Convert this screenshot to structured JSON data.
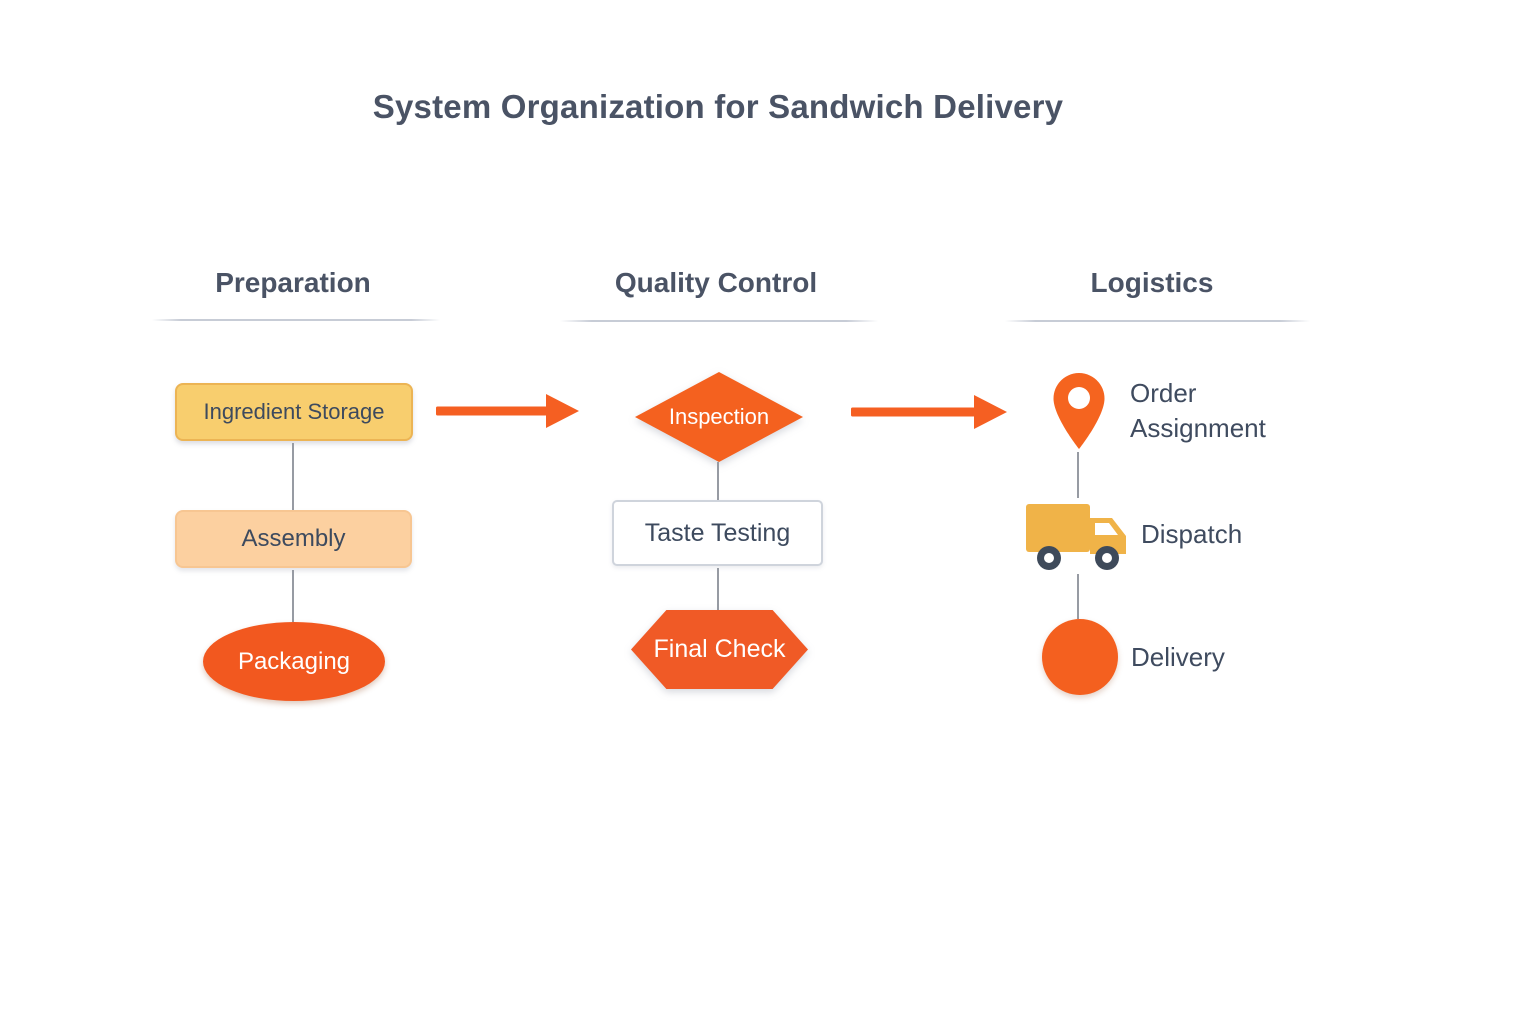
{
  "title": "System Organization for Sandwich Delivery",
  "columns": [
    {
      "header": "Preparation",
      "nodes": [
        {
          "label": "Ingredient Storage",
          "shape": "rounded-rectangle",
          "fill": "#F8CE6E"
        },
        {
          "label": "Assembly",
          "shape": "rounded-rectangle",
          "fill": "#FCD0A0"
        },
        {
          "label": "Packaging",
          "shape": "ellipse",
          "fill": "#F2581F"
        }
      ]
    },
    {
      "header": "Quality Control",
      "nodes": [
        {
          "label": "Inspection",
          "shape": "diamond",
          "fill": "#F4611F"
        },
        {
          "label": "Taste Testing",
          "shape": "rectangle",
          "fill": "#FFFFFF"
        },
        {
          "label": "Final Check",
          "shape": "hexagon",
          "fill": "#F05A26"
        }
      ]
    },
    {
      "header": "Logistics",
      "nodes": [
        {
          "label": "Order Assignment",
          "icon": "map-pin-icon",
          "fill": "#F5641F"
        },
        {
          "label": "Dispatch",
          "icon": "truck-icon",
          "fill": "#F0B348"
        },
        {
          "label": "Delivery",
          "icon": "circle-icon",
          "fill": "#F4601F"
        }
      ]
    }
  ],
  "flow_arrows": {
    "count": 2,
    "from_to": [
      "Preparation to Quality Control",
      "Quality Control to Logistics"
    ]
  },
  "colors": {
    "background": "#FFFFFF",
    "heading_text": "#4A5365",
    "node_text": "#3D4A5E",
    "white_text": "#FFFFFF",
    "arrow_orange": "#F55F22",
    "connector_gray": "#979BA3",
    "header_underline": "#C7CCD6",
    "truck_yellow": "#F0B348",
    "wheel_dark": "#3E4A5A"
  }
}
